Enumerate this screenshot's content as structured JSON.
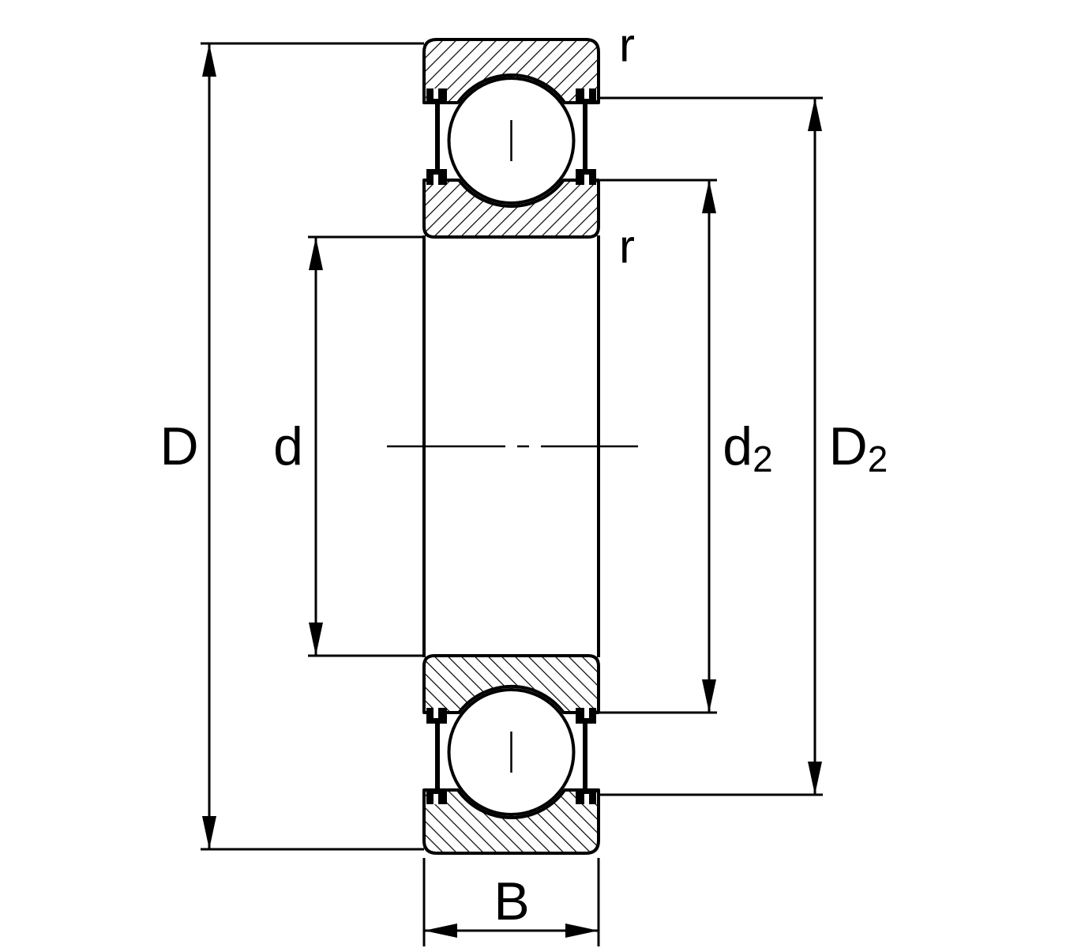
{
  "diagram": {
    "labels": {
      "D": "D",
      "d": "d",
      "d2_base": "d",
      "d2_sub": "2",
      "D2_base": "D",
      "D2_sub": "2",
      "B": "B",
      "r_outer": "r",
      "r_inner": "r"
    },
    "colors": {
      "line": "#000000",
      "background": "#ffffff"
    }
  }
}
